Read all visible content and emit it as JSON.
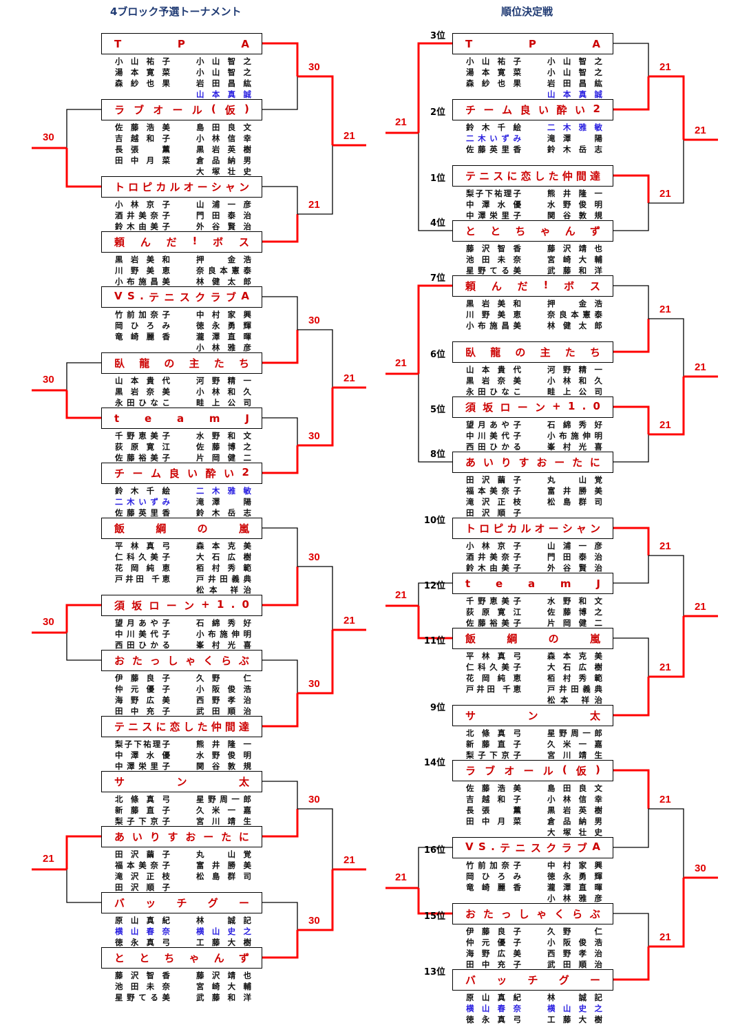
{
  "titles": {
    "left": "4ブロック予選トーナメント",
    "right": "順位決定戦"
  },
  "colors": {
    "win_line": "#ff0000",
    "lose_line": "#000000",
    "team_name": "#cc0000",
    "highlight_member": "#2a20e0",
    "title": "#1f3a73"
  },
  "teams": {
    "tpa": {
      "name": "T P A",
      "left": [
        [
          "小",
          "山",
          "祐",
          "子"
        ],
        [
          "湯",
          "本",
          "寛",
          "菜"
        ],
        [
          "森",
          "紗",
          "也",
          "果"
        ]
      ],
      "right": [
        [
          "小",
          "山",
          "智",
          "之"
        ],
        [
          "小",
          "山",
          "智",
          "之"
        ],
        [
          "岩",
          "田",
          "昌",
          "紘"
        ],
        [
          "山",
          "本",
          "真",
          "誠"
        ]
      ],
      "blue_right": [
        3
      ],
      "blue_left": []
    },
    "love": {
      "name": "ラブオール(仮)",
      "left": [
        [
          "佐",
          "藤",
          "浩",
          "美"
        ],
        [
          "吉",
          "越",
          "和",
          "子"
        ],
        [
          "長",
          "張",
          "",
          "薫"
        ],
        [
          "田",
          "中",
          "月",
          "菜"
        ]
      ],
      "right": [
        [
          "島",
          "田",
          "良",
          "文"
        ],
        [
          "小",
          "林",
          "信",
          "幸"
        ],
        [
          "黒",
          "岩",
          "英",
          "樹"
        ],
        [
          "倉",
          "品",
          "納",
          "男"
        ],
        [
          "大",
          "塚",
          "壮",
          "史"
        ]
      ],
      "blue_right": [],
      "blue_left": []
    },
    "tropical": {
      "name": "トロピカルオーシャン",
      "left": [
        [
          "小",
          "林",
          "京",
          "子"
        ],
        [
          "酒井美奈子"
        ],
        [
          "鈴木由美子"
        ]
      ],
      "right": [
        [
          "山",
          "浦",
          "一",
          "彦"
        ],
        [
          "門",
          "田",
          "泰",
          "治"
        ],
        [
          "外",
          "谷",
          "賢",
          "治"
        ]
      ],
      "blue_right": [],
      "blue_left": []
    },
    "boss": {
      "name": "頼んだ!ボス",
      "left": [
        [
          "黒",
          "岩",
          "美",
          "和"
        ],
        [
          "川",
          "野",
          "美",
          "恵"
        ],
        [
          "小布施昌美"
        ]
      ],
      "right": [
        [
          "押",
          "",
          "金",
          "浩"
        ],
        [
          "奈良本憲泰"
        ],
        [
          "林",
          "健",
          "太",
          "郎"
        ]
      ],
      "blue_right": [],
      "blue_left": []
    },
    "vs": {
      "name": "VS.テニスクラブA",
      "left": [
        [
          "竹前加奈子"
        ],
        [
          "岡",
          "ひ",
          "ろ",
          "み"
        ],
        [
          "竜",
          "崎",
          "麗",
          "香"
        ]
      ],
      "right": [
        [
          "中",
          "村",
          "家",
          "興"
        ],
        [
          "徳",
          "永",
          "勇",
          "輝"
        ],
        [
          "瀧",
          "澤",
          "直",
          "暉"
        ],
        [
          "小",
          "林",
          "雅",
          "彦"
        ]
      ],
      "blue_right": [],
      "blue_left": []
    },
    "garyu": {
      "name": "臥龍の主たち",
      "left": [
        [
          "山",
          "本",
          "貴",
          "代"
        ],
        [
          "黒",
          "岩",
          "奈",
          "美"
        ],
        [
          "永田ひなこ"
        ]
      ],
      "right": [
        [
          "河",
          "野",
          "精",
          "一"
        ],
        [
          "小",
          "林",
          "和",
          "久"
        ],
        [
          "畦",
          "上",
          "公",
          "司"
        ]
      ],
      "blue_right": [],
      "blue_left": []
    },
    "teamj": {
      "name": "team J",
      "left": [
        [
          "千野恵美子"
        ],
        [
          "荻",
          "原",
          "寛",
          "江"
        ],
        [
          "佐藤裕美子"
        ]
      ],
      "right": [
        [
          "水",
          "野",
          "和",
          "文"
        ],
        [
          "佐",
          "藤",
          "博",
          "之"
        ],
        [
          "片",
          "岡",
          "健",
          "二"
        ]
      ],
      "blue_right": [],
      "blue_left": []
    },
    "yoi": {
      "name": "チーム良い酔い2",
      "left": [
        [
          "鈴",
          "木",
          "千",
          "絵"
        ],
        [
          "二木いずみ"
        ],
        [
          "佐藤英里香"
        ]
      ],
      "right": [
        [
          "二",
          "木",
          "雅",
          "敏"
        ],
        [
          "滝",
          "澤",
          "",
          "陽"
        ],
        [
          "鈴",
          "木",
          "岳",
          "志"
        ]
      ],
      "blue_right": [
        0
      ],
      "blue_left": [
        1
      ]
    },
    "izuna": {
      "name": "飯綱の嵐",
      "left": [
        [
          "平",
          "林",
          "真",
          "弓"
        ],
        [
          "仁科久美子"
        ],
        [
          "花",
          "岡",
          "純",
          "恵"
        ],
        [
          "戸井田 千恵"
        ]
      ],
      "right": [
        [
          "森",
          "本",
          "克",
          "美"
        ],
        [
          "大",
          "石",
          "広",
          "樹"
        ],
        [
          "栢",
          "村",
          "秀",
          "範"
        ],
        [
          "戸井田義典"
        ],
        [
          "松本 祥治"
        ]
      ],
      "blue_right": [],
      "blue_left": []
    },
    "suzaka": {
      "name": "須坂ローン+1.0",
      "left": [
        [
          "望月あや子"
        ],
        [
          "中川美代子"
        ],
        [
          "西田ひかる"
        ]
      ],
      "right": [
        [
          "石",
          "綿",
          "秀",
          "好"
        ],
        [
          "小布施伸明"
        ],
        [
          "峯",
          "村",
          "光",
          "喜"
        ]
      ],
      "blue_right": [],
      "blue_left": []
    },
    "otassha": {
      "name": "おたっしゃくらぶ",
      "left": [
        [
          "伊",
          "藤",
          "良",
          "子"
        ],
        [
          "仲",
          "元",
          "優",
          "子"
        ],
        [
          "海",
          "野",
          "広",
          "美"
        ],
        [
          "田",
          "中",
          "充",
          "子"
        ]
      ],
      "right": [
        [
          "久",
          "野",
          "",
          "仁"
        ],
        [
          "小",
          "阪",
          "俊",
          "浩"
        ],
        [
          "西",
          "野",
          "孝",
          "治"
        ],
        [
          "武",
          "田",
          "順",
          "治"
        ]
      ],
      "blue_right": [],
      "blue_left": []
    },
    "tennis": {
      "name": "テニスに恋した仲間達",
      "left": [
        [
          "梨子下祐理子"
        ],
        [
          "中",
          "澤",
          "水",
          "優"
        ],
        [
          "中澤栄里子"
        ]
      ],
      "right": [
        [
          "熊",
          "井",
          "隆",
          "一"
        ],
        [
          "水",
          "野",
          "俊",
          "明"
        ],
        [
          "関",
          "谷",
          "敦",
          "規"
        ]
      ],
      "blue_right": [],
      "blue_left": []
    },
    "santa": {
      "name": "サン太",
      "left": [
        [
          "北",
          "條",
          "真",
          "弓"
        ],
        [
          "新",
          "藤",
          "直",
          "子"
        ],
        [
          "梨子下京子"
        ]
      ],
      "right": [
        [
          "星野周一郎"
        ],
        [
          "久",
          "米",
          "一",
          "嘉"
        ],
        [
          "宮",
          "川",
          "靖",
          "生"
        ]
      ],
      "blue_right": [],
      "blue_left": []
    },
    "alice": {
      "name": "あいりすおーたに",
      "left": [
        [
          "田",
          "沢",
          "繭",
          "子"
        ],
        [
          "福本美奈子"
        ],
        [
          "滝",
          "沢",
          "正",
          "枝"
        ],
        [
          "田",
          "沢",
          "順",
          "子"
        ]
      ],
      "right": [
        [
          "丸",
          "",
          "山",
          "覚"
        ],
        [
          "富",
          "井",
          "勝",
          "美"
        ],
        [
          "松",
          "島",
          "群",
          "司"
        ]
      ],
      "blue_right": [],
      "blue_left": []
    },
    "bacchi": {
      "name": "バッチグー",
      "left": [
        [
          "原",
          "山",
          "真",
          "紀"
        ],
        [
          "横",
          "山",
          "春",
          "奈"
        ],
        [
          "徳",
          "永",
          "真",
          "弓"
        ]
      ],
      "right": [
        [
          "林",
          "",
          "誠",
          "記"
        ],
        [
          "横",
          "山",
          "史",
          "之"
        ],
        [
          "工",
          "藤",
          "大",
          "樹"
        ]
      ],
      "blue_right": [
        1
      ],
      "blue_left": [
        1
      ]
    },
    "toto": {
      "name": "ととちゃんず",
      "left": [
        [
          "藤",
          "沢",
          "智",
          "香"
        ],
        [
          "池",
          "田",
          "未",
          "奈"
        ],
        [
          "星野てる美"
        ]
      ],
      "right": [
        [
          "藤",
          "沢",
          "靖",
          "也"
        ],
        [
          "宮",
          "崎",
          "大",
          "輔"
        ],
        [
          "武",
          "藤",
          "和",
          "洋"
        ]
      ],
      "blue_right": [],
      "blue_left": []
    }
  },
  "left_bracket": {
    "order": [
      "tpa",
      "love",
      "tropical",
      "boss",
      "vs",
      "garyu",
      "teamj",
      "yoi",
      "izuna",
      "suzaka",
      "otassha",
      "tennis",
      "santa",
      "alice",
      "bacchi",
      "toto"
    ],
    "round1_scores": [
      "30",
      "21",
      "30",
      "30",
      "30",
      "30",
      "30",
      "30"
    ],
    "round2_scores": [
      "21",
      "21",
      "21",
      "21"
    ],
    "block_scores": [
      "30",
      "30",
      "30",
      "21"
    ]
  },
  "right_bracket": {
    "groups": [
      {
        "teams": [
          "tpa",
          "yoi",
          "tennis",
          "toto"
        ],
        "ranks": [
          "3位",
          "2位",
          "1位",
          "4位"
        ],
        "scores": [
          "21",
          "21",
          "21"
        ],
        "entry_score": "21"
      },
      {
        "teams": [
          "boss",
          "garyu",
          "suzaka",
          "alice"
        ],
        "ranks": [
          "7位",
          "6位",
          "5位",
          "8位"
        ],
        "scores": [
          "21",
          "21",
          "21"
        ],
        "entry_score": "21"
      },
      {
        "teams": [
          "tropical",
          "teamj",
          "izuna",
          "santa"
        ],
        "ranks": [
          "10位",
          "12位",
          "11位",
          "9位"
        ],
        "scores": [
          "21",
          "21",
          "21"
        ],
        "entry_score": "21"
      },
      {
        "teams": [
          "love",
          "vs",
          "otassha",
          "bacchi"
        ],
        "ranks": [
          "14位",
          "16位",
          "15位",
          "13位"
        ],
        "scores": [
          "21",
          "21",
          "30"
        ],
        "entry_score": "21"
      }
    ]
  }
}
